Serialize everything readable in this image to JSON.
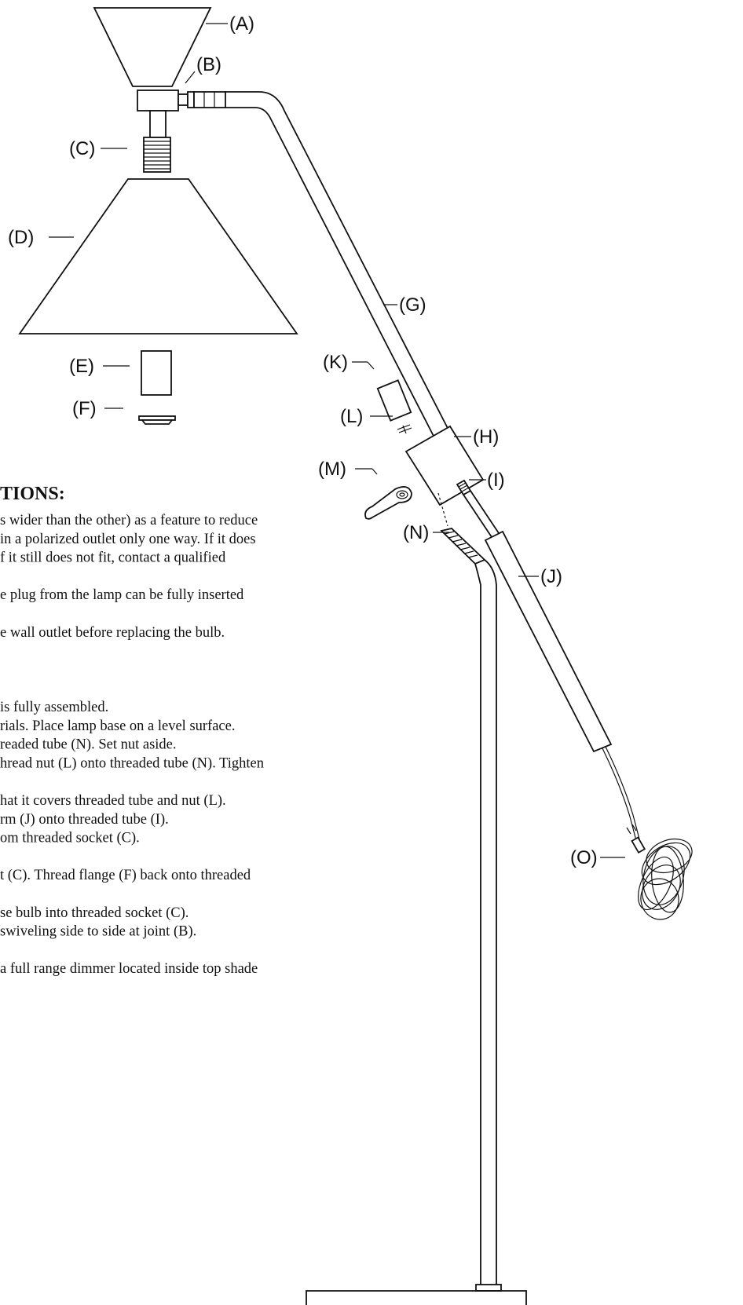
{
  "labels": {
    "A": "(A)",
    "B": "(B)",
    "C": "(C)",
    "D": "(D)",
    "E": "(E)",
    "F": "(F)",
    "G": "(G)",
    "H": "(H)",
    "I": "(I)",
    "J": "(J)",
    "K": "(K)",
    "L": "(L)",
    "M": "(M)",
    "N": "(N)",
    "O": "(O)"
  },
  "instructions": {
    "heading": "TIONS:",
    "lines": [
      "s wider than the other) as a feature to reduce",
      "in a polarized outlet only one way. If it does",
      "f it still does not  fit, contact a qualified",
      "",
      "e plug from the lamp can be fully inserted",
      "",
      "e wall outlet before replacing the bulb.",
      "",
      "",
      "",
      "is fully assembled.",
      "rials. Place lamp base on a level surface.",
      "readed tube (N). Set nut aside.",
      "hread nut (L) onto threaded tube (N). Tighten",
      "",
      "hat it covers threaded tube and nut (L).",
      "rm (J) onto threaded tube (I).",
      "om threaded socket (C).",
      "",
      "t (C). Thread flange (F) back onto threaded",
      "",
      "se bulb into threaded socket (C).",
      "swiveling side to side at joint (B).",
      "",
      "a full range dimmer located inside top shade"
    ]
  }
}
